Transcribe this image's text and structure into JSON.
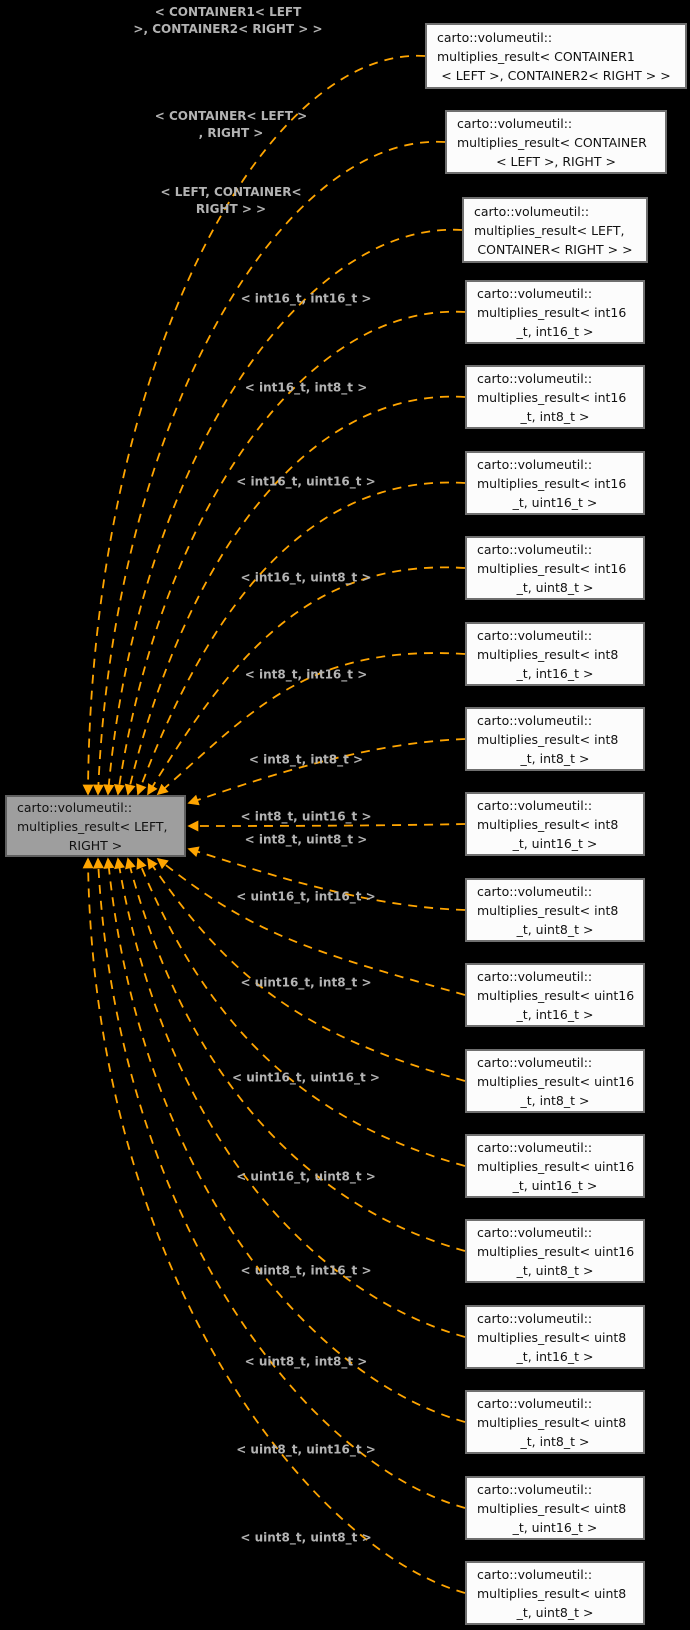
{
  "colors": {
    "background": "#000000",
    "edge": "#ffa500",
    "edge_label": "#b3b3b3",
    "node_fill": "#fcfcfc",
    "node_border": "#6f6f6f",
    "node_text": "#111111",
    "central_fill": "#9e9e9e",
    "central_border": "#5f5f5f"
  },
  "central_node": {
    "lines": [
      "carto::volumeutil::",
      "multiplies_result< LEFT,",
      "RIGHT >"
    ]
  },
  "specializations": [
    {
      "key": "container1-left-container2-right",
      "node_lines": [
        "carto::volumeutil::",
        "multiplies_result< CONTAINER1",
        "< LEFT >, CONTAINER2< RIGHT > >"
      ],
      "edge_label_lines": [
        "< CONTAINER1< LEFT",
        ">, CONTAINER2< RIGHT > >"
      ]
    },
    {
      "key": "container-left-right",
      "node_lines": [
        "carto::volumeutil::",
        "multiplies_result< CONTAINER",
        "< LEFT >, RIGHT >"
      ],
      "edge_label_lines": [
        "< CONTAINER< LEFT >",
        ", RIGHT >"
      ]
    },
    {
      "key": "left-container-right",
      "node_lines": [
        "carto::volumeutil::",
        "multiplies_result< LEFT,",
        "CONTAINER< RIGHT > >"
      ],
      "edge_label_lines": [
        "< LEFT, CONTAINER<",
        "RIGHT > >"
      ]
    },
    {
      "key": "int16_t-int16_t",
      "node_lines": [
        "carto::volumeutil::",
        "multiplies_result< int16",
        "_t, int16_t >"
      ],
      "edge_label_lines": [
        "< int16_t, int16_t >"
      ]
    },
    {
      "key": "int16_t-int8_t",
      "node_lines": [
        "carto::volumeutil::",
        "multiplies_result< int16",
        "_t, int8_t >"
      ],
      "edge_label_lines": [
        "< int16_t, int8_t >"
      ]
    },
    {
      "key": "int16_t-uint16_t",
      "node_lines": [
        "carto::volumeutil::",
        "multiplies_result< int16",
        "_t, uint16_t >"
      ],
      "edge_label_lines": [
        "< int16_t, uint16_t >"
      ]
    },
    {
      "key": "int16_t-uint8_t",
      "node_lines": [
        "carto::volumeutil::",
        "multiplies_result< int16",
        "_t, uint8_t >"
      ],
      "edge_label_lines": [
        "< int16_t, uint8_t >"
      ]
    },
    {
      "key": "int8_t-int16_t",
      "node_lines": [
        "carto::volumeutil::",
        "multiplies_result< int8",
        "_t, int16_t >"
      ],
      "edge_label_lines": [
        "< int8_t, int16_t >"
      ]
    },
    {
      "key": "int8_t-int8_t",
      "node_lines": [
        "carto::volumeutil::",
        "multiplies_result< int8",
        "_t, int8_t >"
      ],
      "edge_label_lines": [
        "< int8_t, int8_t >"
      ]
    },
    {
      "key": "int8_t-uint16_t",
      "node_lines": [
        "carto::volumeutil::",
        "multiplies_result< int8",
        "_t, uint16_t >"
      ],
      "edge_label_lines": [
        "< int8_t, uint16_t >"
      ]
    },
    {
      "key": "int8_t-uint8_t",
      "node_lines": [
        "carto::volumeutil::",
        "multiplies_result< int8",
        "_t, uint8_t >"
      ],
      "edge_label_lines": [
        "< int8_t, uint8_t >"
      ]
    },
    {
      "key": "uint16_t-int16_t",
      "node_lines": [
        "carto::volumeutil::",
        "multiplies_result< uint16",
        "_t, int16_t >"
      ],
      "edge_label_lines": [
        "< uint16_t, int16_t >"
      ]
    },
    {
      "key": "uint16_t-int8_t",
      "node_lines": [
        "carto::volumeutil::",
        "multiplies_result< uint16",
        "_t, int8_t >"
      ],
      "edge_label_lines": [
        "< uint16_t, int8_t >"
      ]
    },
    {
      "key": "uint16_t-uint16_t",
      "node_lines": [
        "carto::volumeutil::",
        "multiplies_result< uint16",
        "_t, uint16_t >"
      ],
      "edge_label_lines": [
        "< uint16_t, uint16_t >"
      ]
    },
    {
      "key": "uint16_t-uint8_t",
      "node_lines": [
        "carto::volumeutil::",
        "multiplies_result< uint16",
        "_t, uint8_t >"
      ],
      "edge_label_lines": [
        "< uint16_t, uint8_t >"
      ]
    },
    {
      "key": "uint8_t-int16_t",
      "node_lines": [
        "carto::volumeutil::",
        "multiplies_result< uint8",
        "_t, int16_t >"
      ],
      "edge_label_lines": [
        "< uint8_t, int16_t >"
      ]
    },
    {
      "key": "uint8_t-int8_t",
      "node_lines": [
        "carto::volumeutil::",
        "multiplies_result< uint8",
        "_t, int8_t >"
      ],
      "edge_label_lines": [
        "< uint8_t, int8_t >"
      ]
    },
    {
      "key": "uint8_t-uint16_t",
      "node_lines": [
        "carto::volumeutil::",
        "multiplies_result< uint8",
        "_t, uint16_t >"
      ],
      "edge_label_lines": [
        "< uint8_t, uint16_t >"
      ]
    },
    {
      "key": "uint8_t-uint8_t",
      "node_lines": [
        "carto::volumeutil::",
        "multiplies_result< uint8",
        "_t, uint8_t >"
      ],
      "edge_label_lines": [
        "< uint8_t, uint8_t >"
      ]
    }
  ]
}
